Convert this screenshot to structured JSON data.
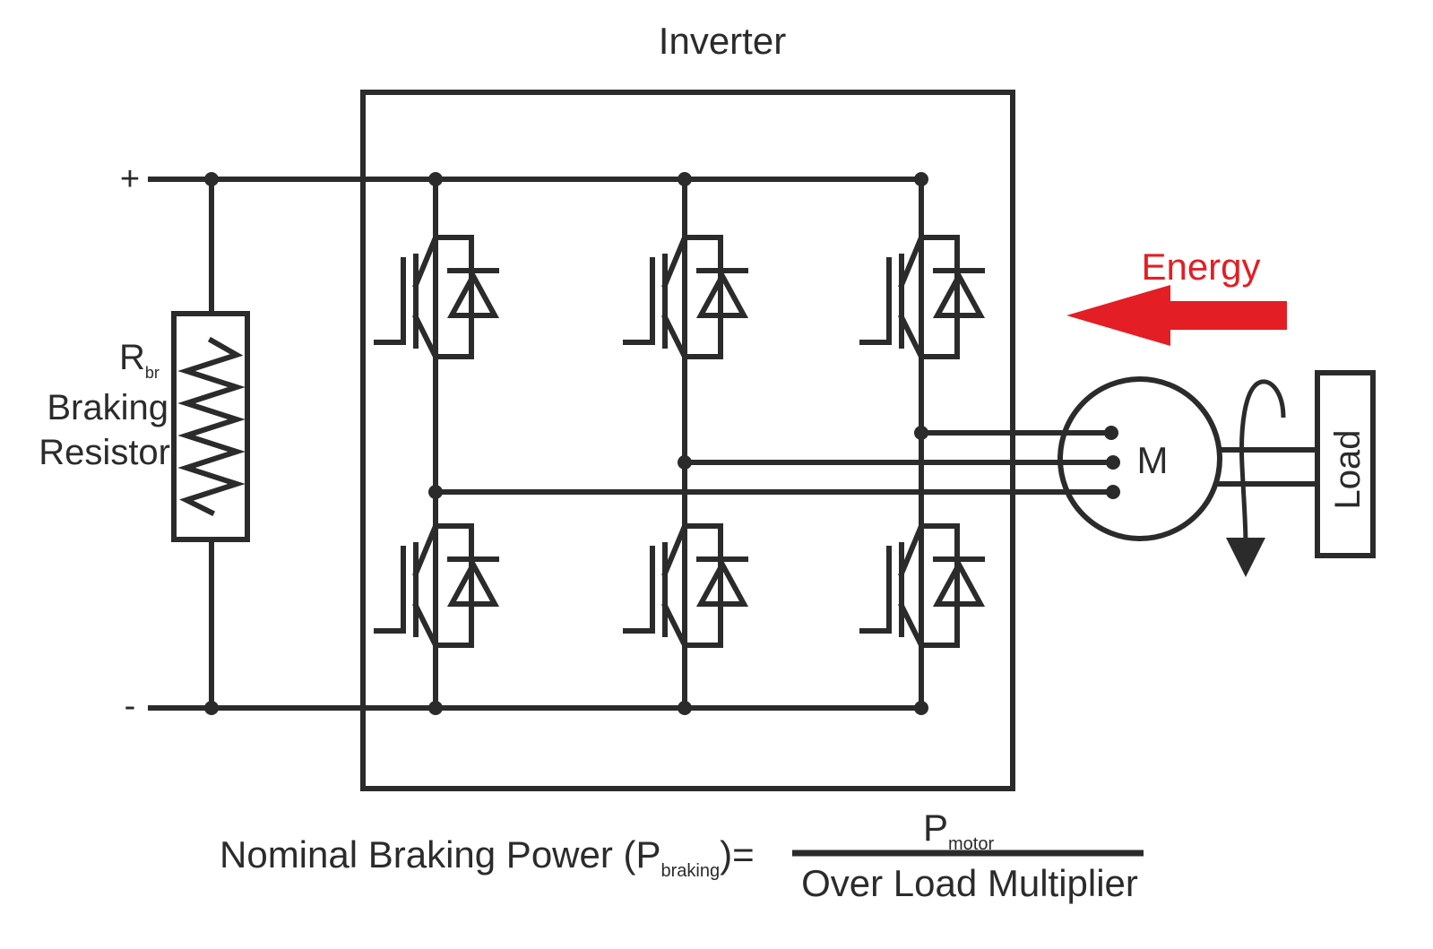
{
  "title": "Inverter",
  "dc_bus": {
    "positive": "+",
    "negative": "-"
  },
  "resistor": {
    "symbol": "R",
    "subscript": "br",
    "line1": "Braking",
    "line2": "Resistor"
  },
  "energy_label": "Energy",
  "motor_label": "M",
  "load_label": "Load",
  "formula": {
    "lhs_prefix": "Nominal Braking Power (P",
    "lhs_sub": "braking",
    "lhs_suffix": ")=",
    "numerator_symbol": "P",
    "numerator_sub": "motor",
    "denominator": "Over Load Multiplier"
  },
  "colors": {
    "line": "#2b2b2b",
    "energy": "#e31e24"
  }
}
